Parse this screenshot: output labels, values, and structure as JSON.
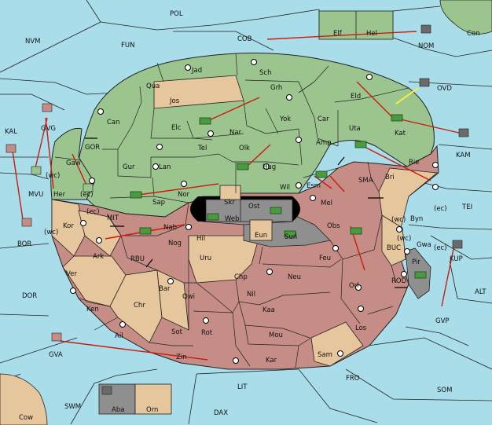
{
  "colors": {
    "sea": "#a9dde9",
    "green": "#9cc48e",
    "pink": "#c58d86",
    "tan": "#e6c69d",
    "gray": "#8f8f8f",
    "black": "#000000",
    "border": "#222222",
    "move": "#cc1a10",
    "support": "#f0f040",
    "unit": "#4a9a40"
  },
  "sea_labels": {
    "pol": "POL",
    "nvm": "NVM",
    "fun": "FUN",
    "cob": "COB",
    "nom": "NOM",
    "con": "Con",
    "ovd": "OVD",
    "kal": "KAL",
    "gor": "GOR",
    "kam": "KAM",
    "sma": "SMA",
    "tei": "TEI",
    "bor": "BOR",
    "mit": "MIT",
    "rbu": "RBU",
    "buc": "BUC",
    "rod": "ROD",
    "alt": "ALT",
    "gvp": "GVP",
    "dor": "DOR",
    "gva": "GVA",
    "fro": "FRO",
    "som": "SOM",
    "lit": "LIT",
    "swm": "SWM",
    "dax": "DAX",
    "cow": "Cow"
  },
  "land_labels": {
    "elf": "Elf",
    "hel": "Hel",
    "jad": "Jad",
    "sch": "Sch",
    "qua": "Qua",
    "jos": "Jos",
    "grh": "Grh",
    "eld": "Eld",
    "can": "Can",
    "elc": "Elc",
    "nar": "Nar",
    "yok": "Yok",
    "car": "Car",
    "uta": "Uta",
    "kat": "Kat",
    "tel": "Tel",
    "olk": "Olk",
    "amp": "Amp",
    "gur": "Gur",
    "lan": "Lan",
    "hug": "Hug",
    "rie": "Rie",
    "bri": "Bri",
    "wil": "Wil",
    "esm": "Esm",
    "sap": "Sap",
    "nor": "Nor",
    "skr": "Skr",
    "ost": "Ost",
    "web": "Web",
    "mel": "Mel",
    "byn": "Byn",
    "kor": "Kor",
    "nab": "Nab",
    "eun": "Eun",
    "sun": "Sun",
    "obs": "Obs",
    "gwa": "Gwa",
    "gaw": "Gaw",
    "her": "Her",
    "ark": "Ark",
    "nog": "Nog",
    "hil": "Hil",
    "uru": "Uru",
    "feu": "Feu",
    "pir": "Pir",
    "ver": "Ver",
    "chp": "Chp",
    "neu": "Neu",
    "orl": "Orl",
    "bar": "Bar",
    "qwi": "Qwi",
    "nil": "Nil",
    "ken": "Ken",
    "chr": "Chr",
    "kaa": "Kaa",
    "los": "Los",
    "sot": "Sot",
    "rot": "Rot",
    "mou": "Mou",
    "ail": "Ail",
    "zin": "Zin",
    "kar": "Kar",
    "sam": "Sam",
    "aba": "Aba",
    "orn": "Orn",
    "gvg": "GVG",
    "mvu": "MVU",
    "kup": "KUP"
  },
  "coast_labels": {
    "wc1": "(wc)",
    "ec1": "(ec)",
    "ec2": "(ec)",
    "wc2": "(wc)",
    "ec3": "(ec)",
    "wc3": "(wc)",
    "wc4": "(wc)",
    "ec4": "(ec)"
  }
}
